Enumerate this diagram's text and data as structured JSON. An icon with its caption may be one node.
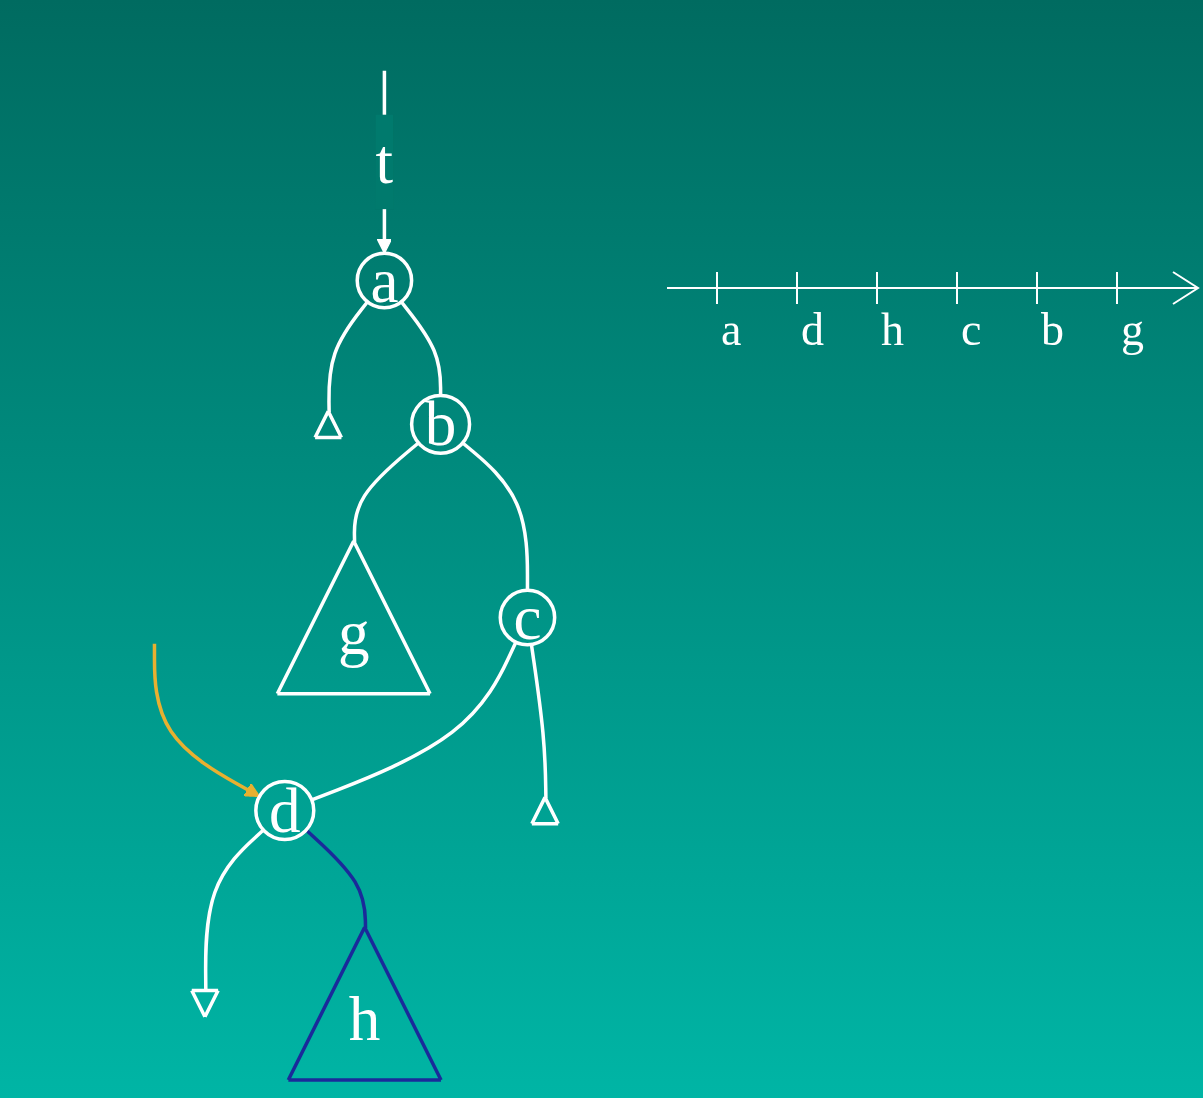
{
  "diagram": {
    "nodes": [
      {
        "text": [
          "a"
        ]
      },
      {
        "text": [],
        "shape": "triangle"
      },
      {
        "text": [
          "b"
        ]
      },
      {
        "text": [
          "g"
        ]
      },
      {
        "text": [
          "c"
        ]
      },
      {
        "text": [],
        "shape": "triangle"
      },
      {
        "text": [
          "d"
        ]
      },
      {
        "text": [],
        "shape": "ground"
      },
      {
        "text": [
          "h"
        ]
      }
    ],
    "edges": [
      {
        "from": null,
        "to": 0,
        "arrow": "to",
        "label": "t"
      },
      {
        "from": 0,
        "to": 1,
        "arrow": "none"
      },
      {
        "from": 0,
        "to": 2,
        "arrow": "none"
      },
      {
        "from": 2,
        "to": 4,
        "arrow": "none"
      },
      {
        "from": 2,
        "to": 3,
        "arrow": "none"
      },
      {
        "from": 4,
        "to": 6,
        "arrow": "none"
      },
      {
        "from": 4,
        "to": 5,
        "arrow": "none"
      },
      {
        "from": null,
        "to": 6,
        "arrow": "to",
        "color": "#e8b030"
      },
      {
        "from": 6,
        "to": 7,
        "arrow": "none"
      },
      {
        "from": 6,
        "to": 8,
        "arrow": "none",
        "color": "#1a2a9a"
      }
    ],
    "labels": [
      "a",
      "d",
      "h",
      "c",
      "b",
      "g"
    ]
  }
}
